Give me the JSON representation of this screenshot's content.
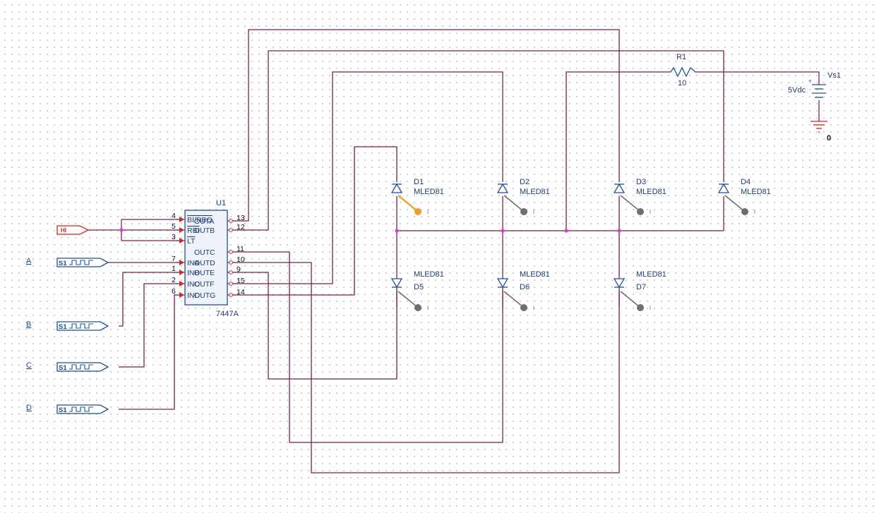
{
  "accent": {
    "wire": "#7a1f4a",
    "component": "#1a4fa0",
    "pin": "#e0201a",
    "highlight": "#f0a020",
    "grid": "#bfc3cc"
  },
  "ic": {
    "ref": "U1",
    "part": "7447A",
    "left_pins": [
      {
        "num": "4",
        "name": "BI/RBO",
        "overline": true
      },
      {
        "num": "5",
        "name": "RBI",
        "overline": true
      },
      {
        "num": "3",
        "name": "LT",
        "overline": true
      },
      {
        "num": "7",
        "name": "INA"
      },
      {
        "num": "1",
        "name": "INB"
      },
      {
        "num": "2",
        "name": "INC"
      },
      {
        "num": "6",
        "name": "IND"
      }
    ],
    "right_pins": [
      {
        "num": "13",
        "name": "OUTA"
      },
      {
        "num": "12",
        "name": "OUTB"
      },
      {
        "num": "11",
        "name": "OUTC"
      },
      {
        "num": "10",
        "name": "OUTD"
      },
      {
        "num": "9",
        "name": "OUTE"
      },
      {
        "num": "15",
        "name": "OUTF"
      },
      {
        "num": "14",
        "name": "OUTG"
      }
    ]
  },
  "hi_source": {
    "label": "HI"
  },
  "stimuli": [
    {
      "net": "A",
      "label": "S1"
    },
    {
      "net": "B",
      "label": "S1"
    },
    {
      "net": "C",
      "label": "S1"
    },
    {
      "net": "D",
      "label": "S1"
    }
  ],
  "resistor": {
    "ref": "R1",
    "value": "10"
  },
  "source": {
    "ref": "Vs1",
    "value": "5Vdc",
    "ground": "0"
  },
  "leds": [
    {
      "ref": "D1",
      "model": "MLED81"
    },
    {
      "ref": "D2",
      "model": "MLED81"
    },
    {
      "ref": "D3",
      "model": "MLED81"
    },
    {
      "ref": "D4",
      "model": "MLED81"
    },
    {
      "ref": "D5",
      "model": "MLED81"
    },
    {
      "ref": "D6",
      "model": "MLED81"
    },
    {
      "ref": "D7",
      "model": "MLED81"
    }
  ]
}
